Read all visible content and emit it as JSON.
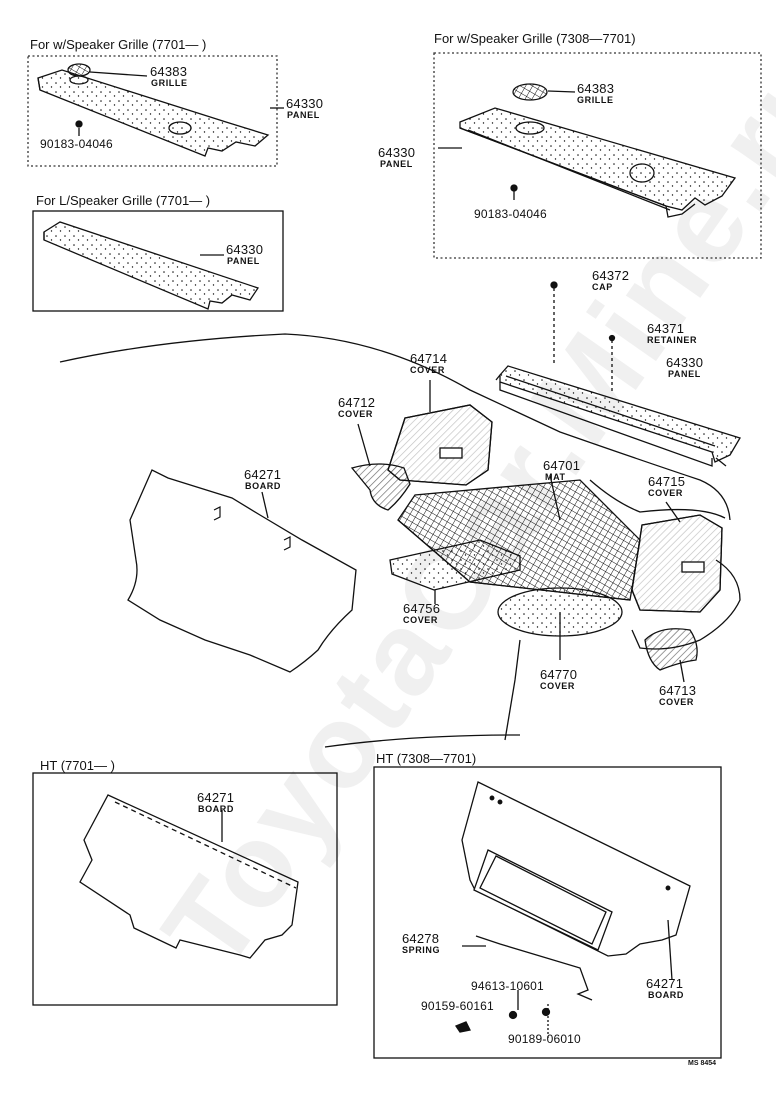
{
  "headers": {
    "box1": "For w/Speaker Grille (7701—      )",
    "box2": "For w/Speaker Grille (7308—7701)",
    "box3": "For L/Speaker Grille (7701—      )",
    "box4": "HT (7701—      )",
    "box5": "HT (7308—7701)"
  },
  "parts": {
    "p64383_a": {
      "num": "64383",
      "name": "GRILLE"
    },
    "p64330_a": {
      "num": "64330",
      "name": "PANEL"
    },
    "p90183_a": {
      "num": "90183-04046"
    },
    "p64383_b": {
      "num": "64383",
      "name": "GRILLE"
    },
    "p64330_b": {
      "num": "64330",
      "name": "PANEL"
    },
    "p90183_b": {
      "num": "90183-04046"
    },
    "p64330_c": {
      "num": "64330",
      "name": "PANEL"
    },
    "p64372": {
      "num": "64372",
      "name": "CAP"
    },
    "p64371": {
      "num": "64371",
      "name": "RETAINER"
    },
    "p64330_d": {
      "num": "64330",
      "name": "PANEL"
    },
    "p64714": {
      "num": "64714",
      "name": "COVER"
    },
    "p64712": {
      "num": "64712",
      "name": "COVER"
    },
    "p64701": {
      "num": "64701",
      "name": "MAT"
    },
    "p64715": {
      "num": "64715",
      "name": "COVER"
    },
    "p64271_a": {
      "num": "64271",
      "name": "BOARD"
    },
    "p64756": {
      "num": "64756",
      "name": "COVER"
    },
    "p64770": {
      "num": "64770",
      "name": "COVER"
    },
    "p64713": {
      "num": "64713",
      "name": "COVER"
    },
    "p64271_b": {
      "num": "64271",
      "name": "BOARD"
    },
    "p64278": {
      "num": "64278",
      "name": "SPRING"
    },
    "p94613": {
      "num": "94613-10601"
    },
    "p90159": {
      "num": "90159-60161"
    },
    "p90189": {
      "num": "90189-06010"
    },
    "p64271_c": {
      "num": "64271",
      "name": "BOARD"
    }
  },
  "footer_code": "MS 8454",
  "watermark": "ToyotaCar.Mine.ru",
  "colors": {
    "ink": "#111111",
    "dash": "#333333",
    "paper": "#ffffff"
  }
}
